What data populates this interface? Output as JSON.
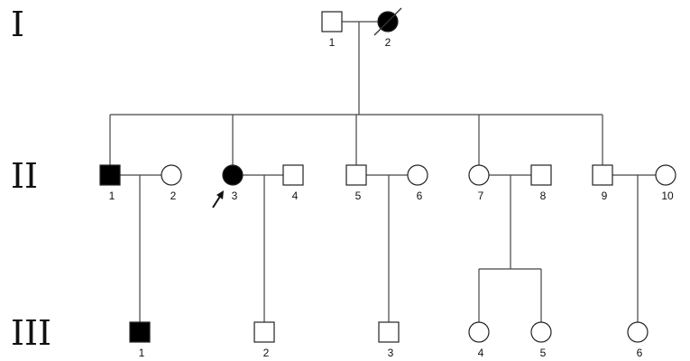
{
  "generations": [
    {
      "label": "I",
      "individuals": [
        {
          "num": "1",
          "sex": "male",
          "affected": false
        },
        {
          "num": "2",
          "sex": "female",
          "affected": true,
          "deceased": true
        }
      ]
    },
    {
      "label": "II",
      "individuals": [
        {
          "num": "1",
          "sex": "male",
          "affected": true
        },
        {
          "num": "2",
          "sex": "female",
          "affected": false
        },
        {
          "num": "3",
          "sex": "female",
          "affected": true,
          "proband": true
        },
        {
          "num": "4",
          "sex": "male",
          "affected": false
        },
        {
          "num": "5",
          "sex": "male",
          "affected": false
        },
        {
          "num": "6",
          "sex": "female",
          "affected": false
        },
        {
          "num": "7",
          "sex": "female",
          "affected": false
        },
        {
          "num": "8",
          "sex": "male",
          "affected": false
        },
        {
          "num": "9",
          "sex": "male",
          "affected": false
        },
        {
          "num": "10",
          "sex": "female",
          "affected": false
        }
      ]
    },
    {
      "label": "III",
      "individuals": [
        {
          "num": "1",
          "sex": "male",
          "affected": true
        },
        {
          "num": "2",
          "sex": "male",
          "affected": false
        },
        {
          "num": "3",
          "sex": "male",
          "affected": false
        },
        {
          "num": "4",
          "sex": "female",
          "affected": false
        },
        {
          "num": "5",
          "sex": "female",
          "affected": false
        },
        {
          "num": "6",
          "sex": "female",
          "affected": false
        }
      ]
    }
  ],
  "colors": {
    "affected_fill": "#000000",
    "unaffected_fill": "#ffffff",
    "line": "#444444"
  }
}
